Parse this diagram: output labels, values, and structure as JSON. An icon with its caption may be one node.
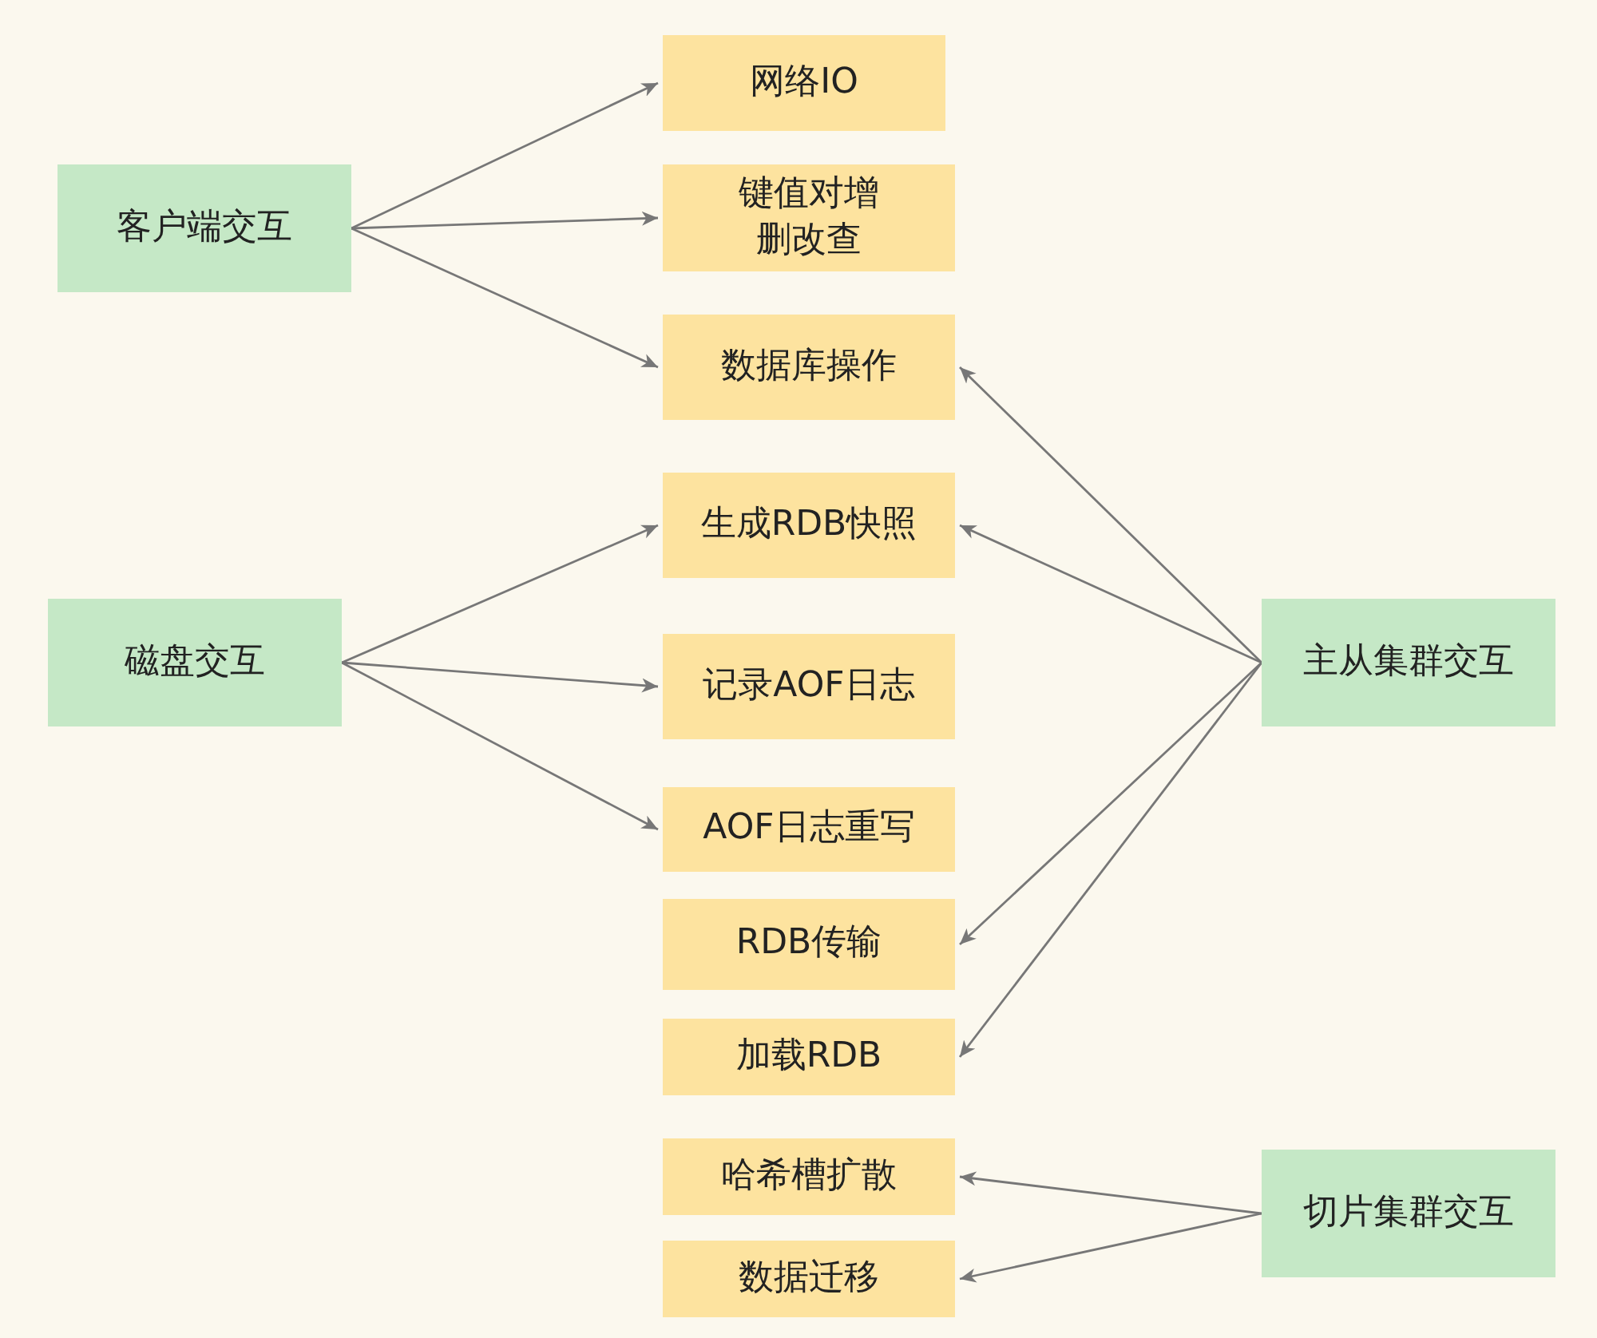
{
  "diagram": {
    "nodes": [
      {
        "text": [
          "客户端交互"
        ]
      },
      {
        "text": [
          "网络IO"
        ]
      },
      {
        "text": [
          "键值对增删改查"
        ]
      },
      {
        "text": [
          "数据库操作"
        ]
      },
      {
        "text": [
          "磁盘交互"
        ]
      },
      {
        "text": [
          "生成RDB快照"
        ]
      },
      {
        "text": [
          "记录AOF日志"
        ]
      },
      {
        "text": [
          "AOF日志重写"
        ]
      },
      {
        "text": [
          "RDB传输"
        ]
      },
      {
        "text": [
          "加载RDB"
        ]
      },
      {
        "text": [
          "主从集群交互"
        ]
      },
      {
        "text": [
          "哈希槽扩散"
        ]
      },
      {
        "text": [
          "数据迁移"
        ]
      },
      {
        "text": [
          "切片集群交互"
        ]
      }
    ],
    "edges": [
      {
        "from": 0,
        "to": 1,
        "arrow": "to"
      },
      {
        "from": 0,
        "to": 2,
        "arrow": "to"
      },
      {
        "from": 0,
        "to": 3,
        "arrow": "to"
      },
      {
        "from": 4,
        "to": 5,
        "arrow": "to"
      },
      {
        "from": 4,
        "to": 6,
        "arrow": "to"
      },
      {
        "from": 4,
        "to": 7,
        "arrow": "to"
      },
      {
        "from": 10,
        "to": 3,
        "arrow": "to"
      },
      {
        "from": 10,
        "to": 5,
        "arrow": "to"
      },
      {
        "from": 10,
        "to": 8,
        "arrow": "to"
      },
      {
        "from": 10,
        "to": 9,
        "arrow": "to"
      },
      {
        "from": 13,
        "to": 11,
        "arrow": "to"
      },
      {
        "from": 13,
        "to": 12,
        "arrow": "to"
      }
    ]
  }
}
